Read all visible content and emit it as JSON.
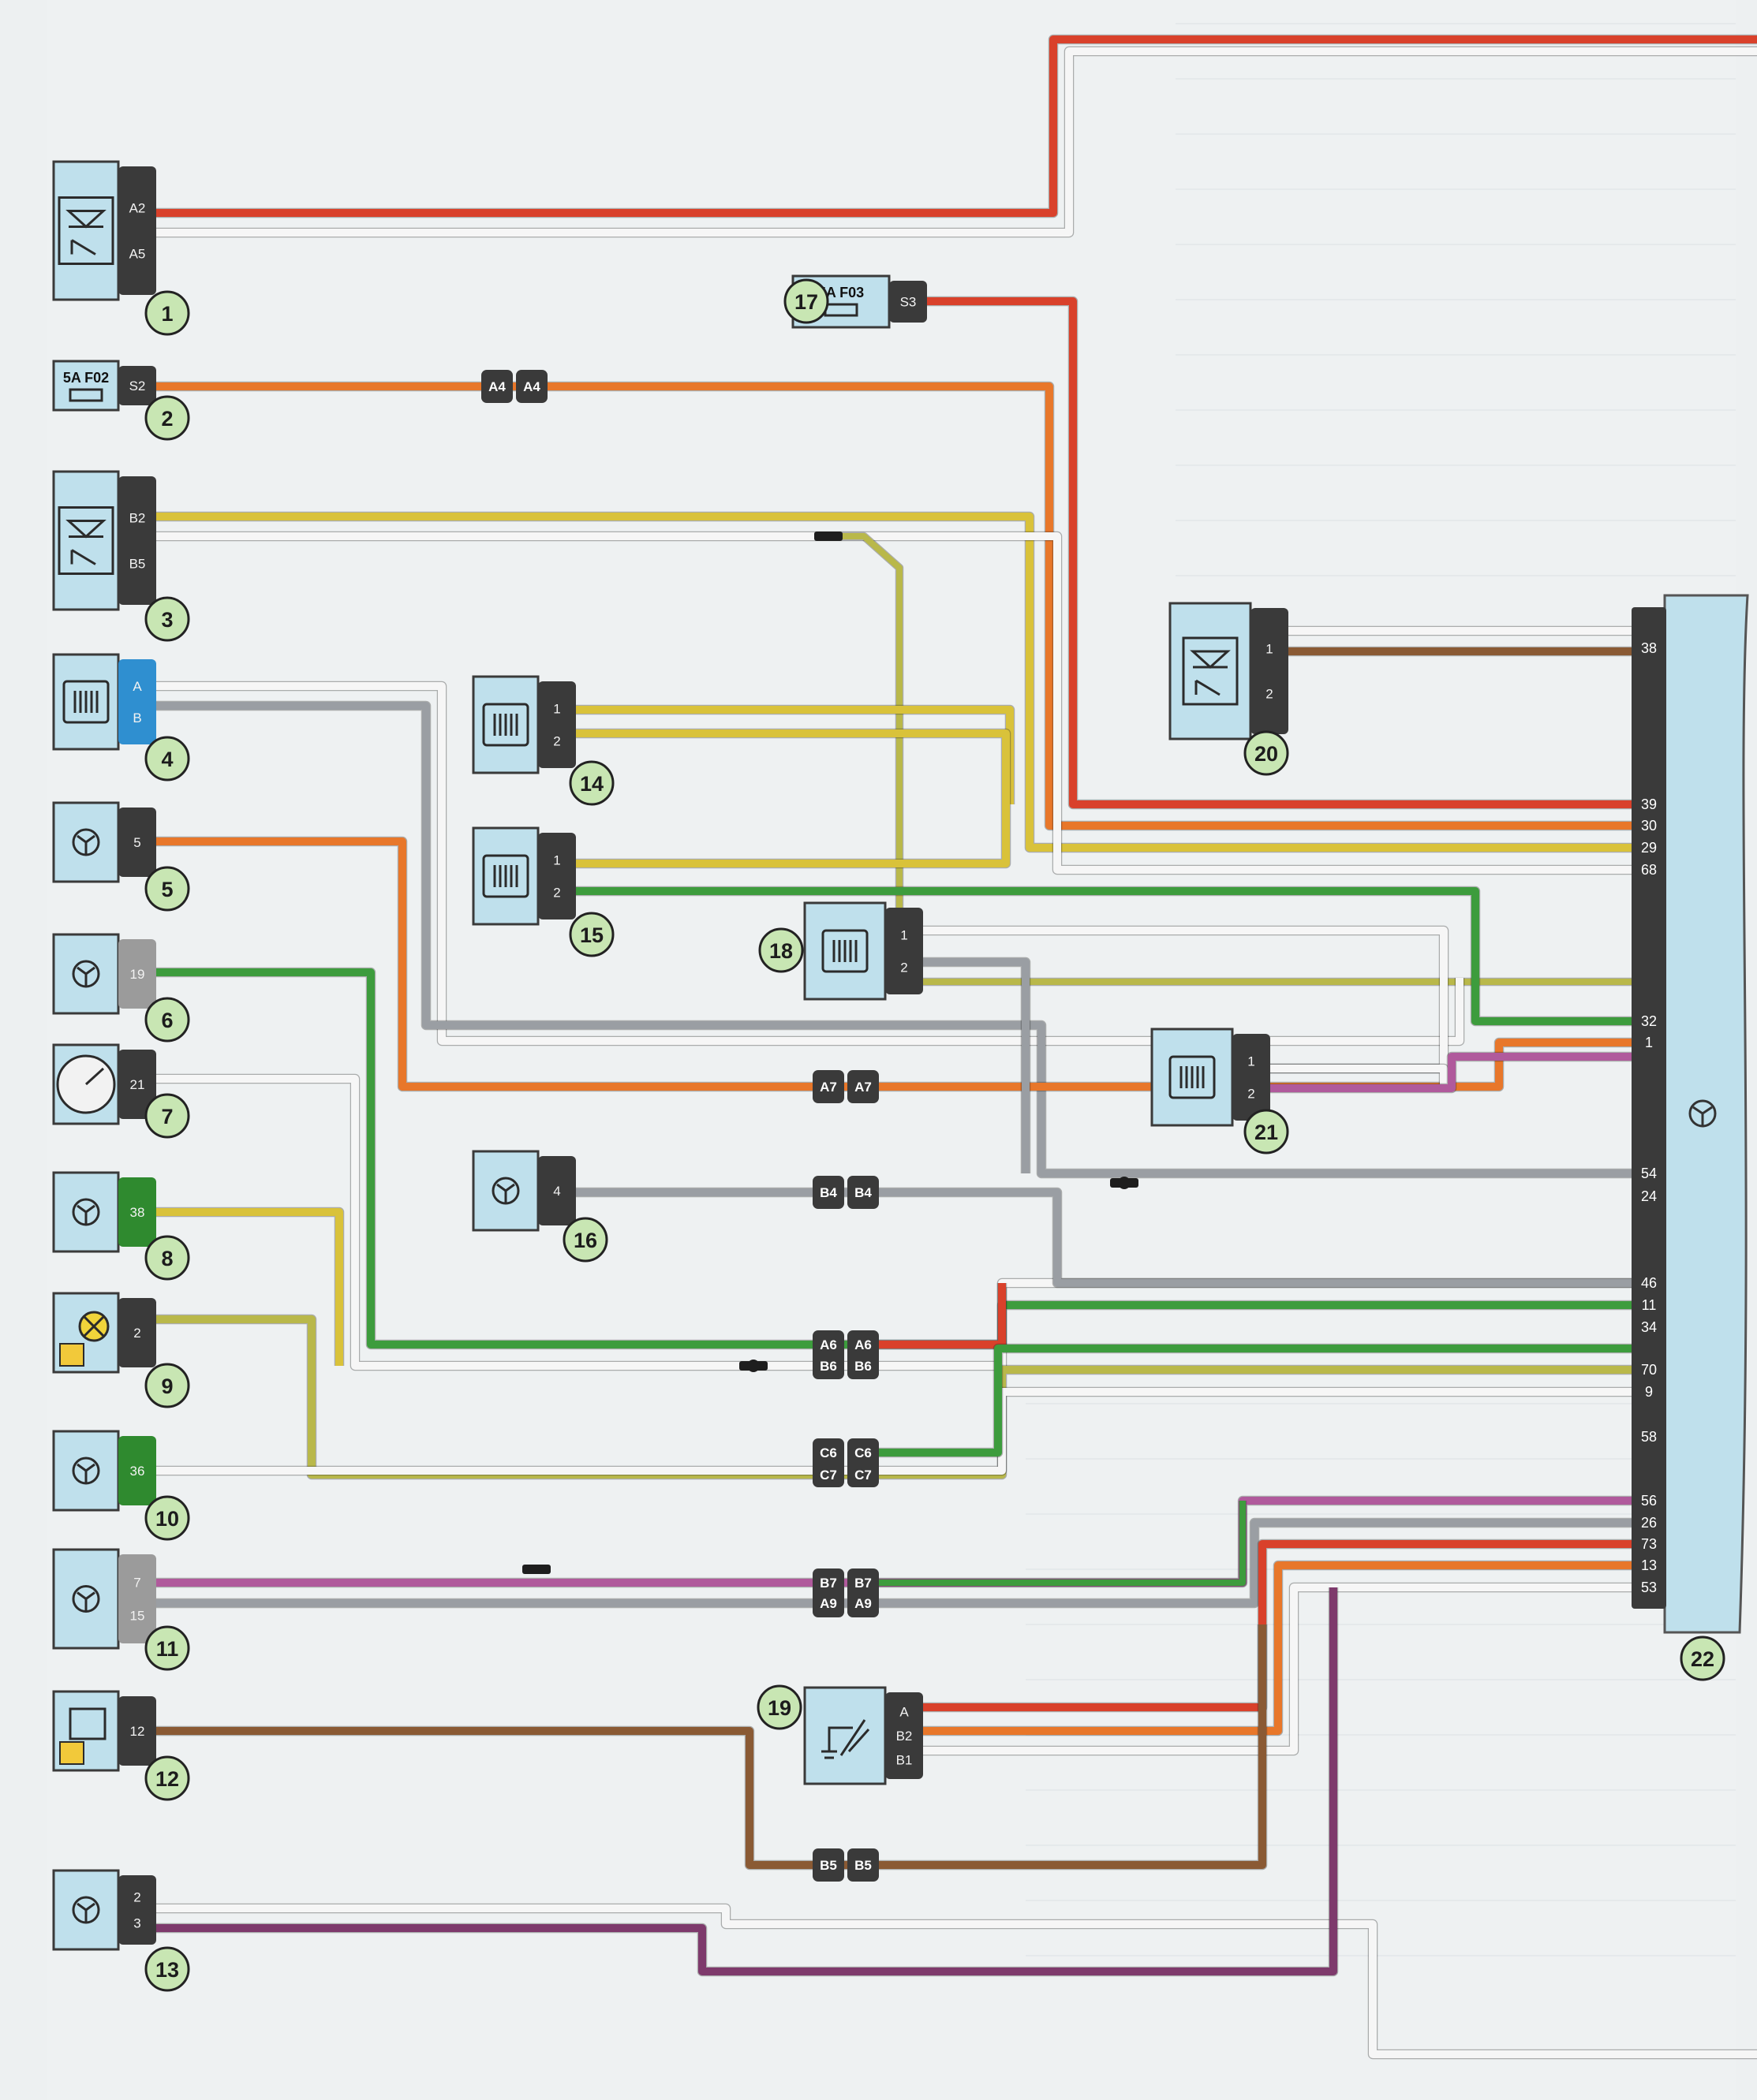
{
  "components": [
    {
      "num": "1",
      "kind": "relay",
      "pins": [
        "A2",
        "A5"
      ]
    },
    {
      "num": "2",
      "kind": "fuse",
      "fuse_label": "5A F02",
      "pins": [
        "S2"
      ]
    },
    {
      "num": "3",
      "kind": "relay",
      "pins": [
        "B2",
        "B5"
      ]
    },
    {
      "num": "4",
      "kind": "coil",
      "pins": [
        "A",
        "B"
      ]
    },
    {
      "num": "5",
      "kind": "sensor",
      "pins": [
        "5"
      ]
    },
    {
      "num": "6",
      "kind": "sensor",
      "pins": [
        "19"
      ]
    },
    {
      "num": "7",
      "kind": "gauge",
      "pins": [
        "21"
      ]
    },
    {
      "num": "8",
      "kind": "sensor",
      "pins": [
        "38"
      ]
    },
    {
      "num": "9",
      "kind": "lamp",
      "pins": [
        "2"
      ]
    },
    {
      "num": "10",
      "kind": "sensor",
      "pins": [
        "36"
      ]
    },
    {
      "num": "11",
      "kind": "sensor",
      "pins": [
        "7",
        "15"
      ]
    },
    {
      "num": "12",
      "kind": "indicator",
      "pins": [
        "12"
      ]
    },
    {
      "num": "13",
      "kind": "sensor",
      "pins": [
        "2",
        "3"
      ]
    },
    {
      "num": "14",
      "kind": "coil",
      "pins": [
        "1",
        "2"
      ]
    },
    {
      "num": "15",
      "kind": "coil",
      "pins": [
        "1",
        "2"
      ]
    },
    {
      "num": "16",
      "kind": "sensor",
      "pins": [
        "4"
      ]
    },
    {
      "num": "17",
      "kind": "fuse",
      "fuse_label": "5A F03",
      "pins": [
        "S3"
      ]
    },
    {
      "num": "18",
      "kind": "coil",
      "pins": [
        "1",
        "2"
      ]
    },
    {
      "num": "19",
      "kind": "throttle",
      "pins": [
        "A",
        "B2",
        "B1"
      ]
    },
    {
      "num": "20",
      "kind": "relay",
      "pins": [
        "1",
        "2"
      ]
    },
    {
      "num": "21",
      "kind": "coil",
      "pins": [
        "1",
        "2"
      ]
    },
    {
      "num": "22",
      "kind": "ecu",
      "pins": [
        "38",
        "39",
        "30",
        "29",
        "68",
        "32",
        "1",
        "54",
        "24",
        "46",
        "11",
        "34",
        "70",
        "9",
        "58",
        "56",
        "26",
        "73",
        "13",
        "53"
      ]
    }
  ],
  "connectors": [
    {
      "label": [
        "A4",
        "A4"
      ]
    },
    {
      "label": [
        "A7",
        "A7"
      ]
    },
    {
      "label": [
        "B4",
        "B4"
      ]
    },
    {
      "label": [
        "A6",
        "A6"
      ],
      "label2": [
        "B6",
        "B6"
      ]
    },
    {
      "label": [
        "C6",
        "C6"
      ],
      "label2": [
        "C7",
        "C7"
      ]
    },
    {
      "label": [
        "B7",
        "B7"
      ],
      "label2": [
        "A9",
        "A9"
      ]
    },
    {
      "label": [
        "B5",
        "B5"
      ]
    }
  ],
  "colors": {
    "red": "#d9412b",
    "orange": "#e8772a",
    "yellow": "#d9c23a",
    "yellowgreen": "#b9b84a",
    "green": "#3d9c3d",
    "white": "#f6f6f6",
    "grey": "#9a9ea3",
    "violet": "#b05a9c",
    "purple": "#7e3a6c",
    "brown": "#8a5a34",
    "black": "#1e1e1e",
    "component_fill": "#bfe0ec",
    "connector_fill": "#3a3a3a",
    "callout_fill": "#c8e6b3"
  }
}
